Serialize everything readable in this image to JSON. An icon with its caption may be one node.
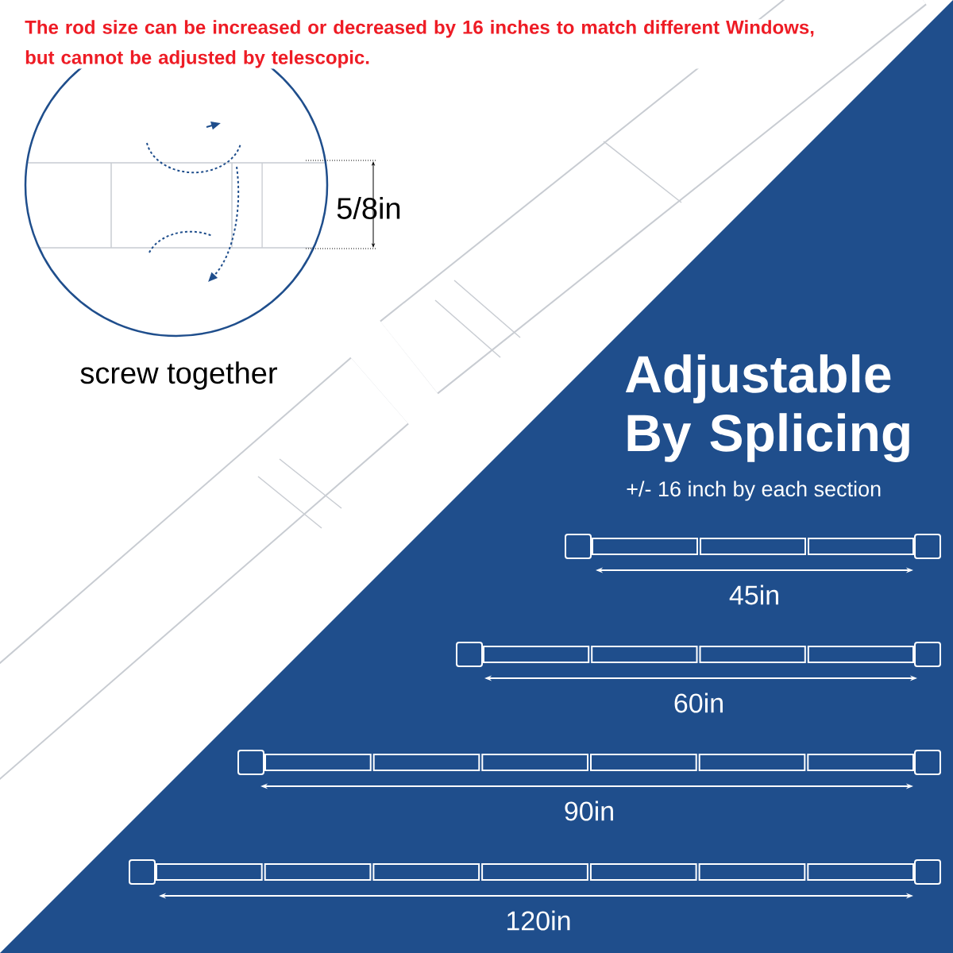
{
  "diagram": {
    "title": "Adjustable By Splicing",
    "labels": [
      "The rod size can be increased or decreased by 16 inches to match different Windows, but cannot be adjusted by telescopic.",
      "5/8in",
      "screw together",
      "+/- 16 inch by each section",
      "45in",
      "60in",
      "90in",
      "120in"
    ]
  }
}
